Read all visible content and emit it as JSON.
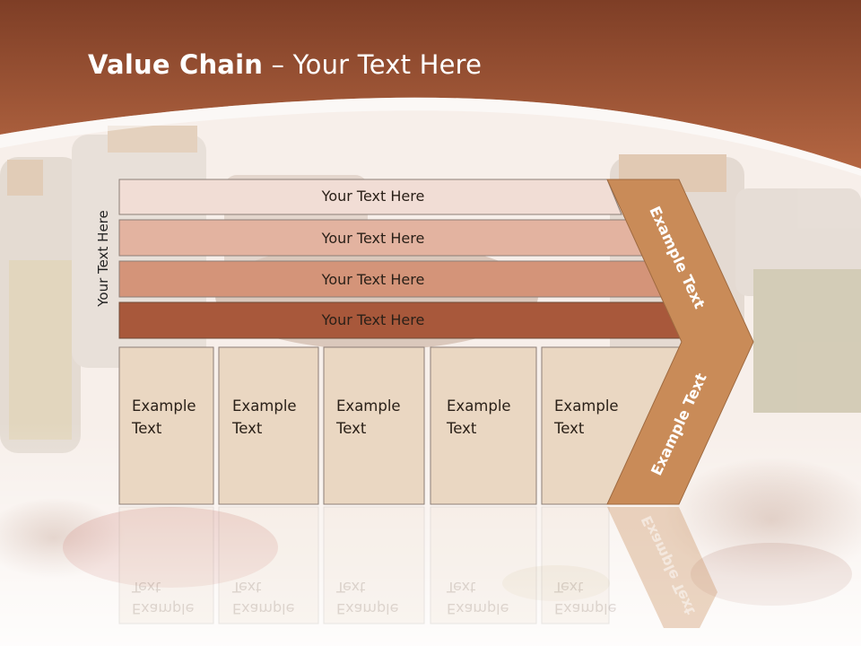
{
  "slide": {
    "title_bold": "Value Chain",
    "title_rest": " – Your Text Here",
    "side_label": "Your Text Here",
    "rows": [
      {
        "label": "Your Text Here"
      },
      {
        "label": "Your Text Here"
      },
      {
        "label": "Your Text Here"
      },
      {
        "label": "Your Text Here"
      }
    ],
    "boxes": [
      {
        "line1": "Example",
        "line2": "Text"
      },
      {
        "line1": "Example",
        "line2": "Text"
      },
      {
        "line1": "Example",
        "line2": "Text"
      },
      {
        "line1": "Example",
        "line2": "Text"
      },
      {
        "line1": "Example",
        "line2": "Text"
      }
    ],
    "arrow": {
      "upper_label": "Example Text",
      "lower_label": "Example Text"
    }
  },
  "colors": {
    "header": "#a1573a",
    "row1": "#f1ddd5",
    "row2": "#e3b3a0",
    "row3": "#d49479",
    "row4": "#a8583b",
    "box": "#ead7c2",
    "arrow": "#c98b58"
  },
  "icons": {
    "background": "spice-jars-photo"
  }
}
